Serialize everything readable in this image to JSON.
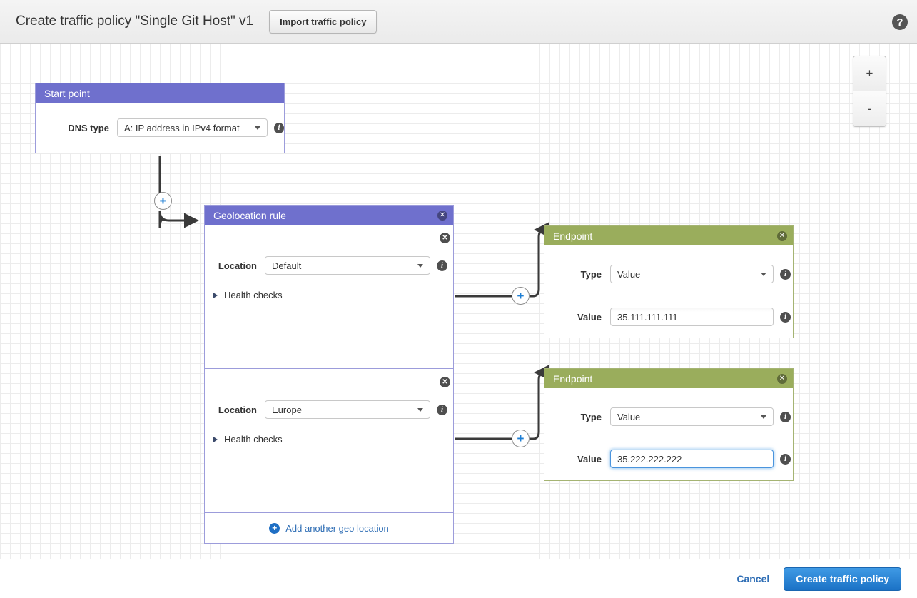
{
  "header": {
    "title": "Create traffic policy \"Single Git Host\" v1",
    "import_button": "Import traffic policy",
    "help_icon": "help-question-icon",
    "help_glyph": "?"
  },
  "canvas": {
    "zoom_controls": {
      "zoom_in": "+",
      "zoom_out": "-"
    },
    "connector_glyph": "+"
  },
  "start_point": {
    "title": "Start point",
    "dns_type_label": "DNS type",
    "dns_type_value": "A: IP address in IPv4 format",
    "info_glyph": "i"
  },
  "geolocation_rule": {
    "title": "Geolocation rule",
    "close_glyph": "✕",
    "info_glyph": "i",
    "locations": [
      {
        "label": "Location",
        "value": "Default",
        "health_checks_label": "Health checks"
      },
      {
        "label": "Location",
        "value": "Europe",
        "health_checks_label": "Health checks"
      }
    ],
    "add_location_label": "Add another geo location",
    "add_location_glyph": "+"
  },
  "endpoints": [
    {
      "title": "Endpoint",
      "type_label": "Type",
      "type_value": "Value",
      "value_label": "Value",
      "value_value": "35.111.111.111",
      "focused": false
    },
    {
      "title": "Endpoint",
      "type_label": "Type",
      "type_value": "Value",
      "value_label": "Value",
      "value_value": "35.222.222.222",
      "focused": true
    }
  ],
  "footer": {
    "cancel_label": "Cancel",
    "create_label": "Create traffic policy"
  },
  "colors": {
    "rule_header": "#6f70cd",
    "endpoint_header": "#9aad5c",
    "link_blue": "#2f6eb5",
    "primary_button": "#1b72c6",
    "focus_ring": "#4a94dd"
  }
}
